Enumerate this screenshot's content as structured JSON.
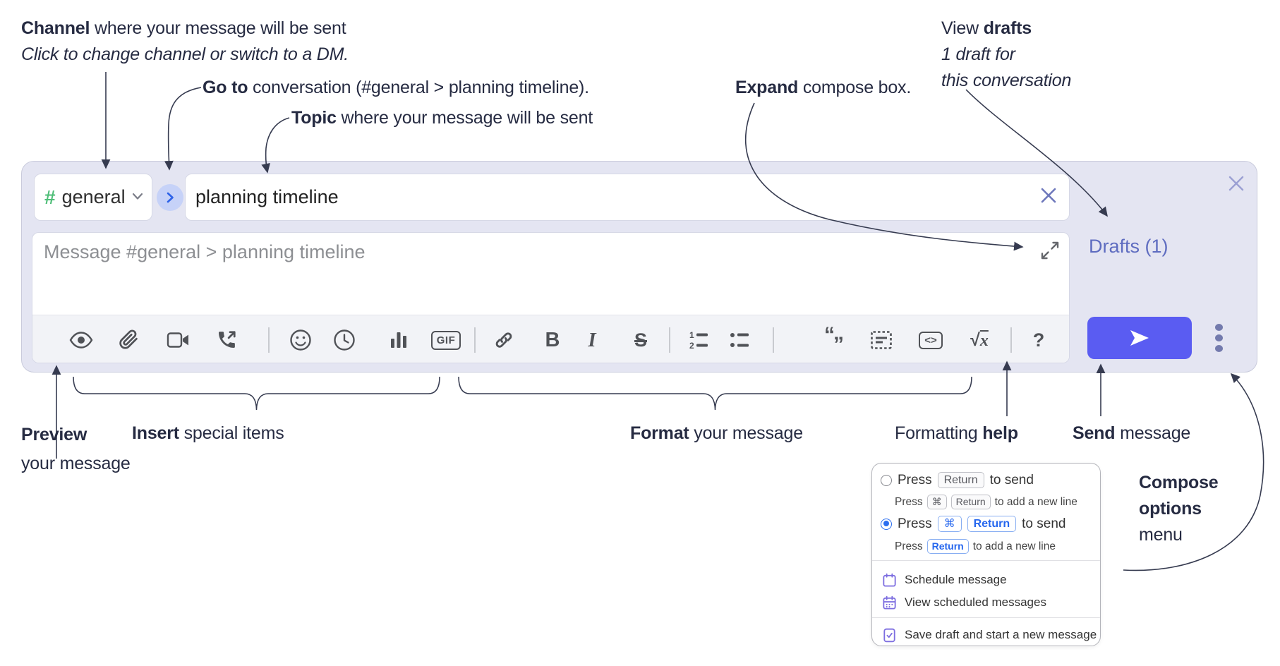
{
  "annotations": {
    "channel": {
      "b": "Channel",
      "r": " where your message will be sent",
      "l2": "Click to change channel or switch to a DM."
    },
    "goto": {
      "b": "Go to",
      "r": " conversation (#general > planning timeline)."
    },
    "topic": {
      "b": "Topic",
      "r": " where your message will be sent"
    },
    "expand": {
      "b": "Expand",
      "r": " compose box."
    },
    "drafts": {
      "p": "View ",
      "b": "drafts",
      "l2": "1 draft for",
      "l3": "this conversation"
    },
    "preview": {
      "b": "Preview",
      "l2": "your message"
    },
    "insert": {
      "b": "Insert",
      "r": " special items"
    },
    "format": {
      "b": "Format",
      "r": " your message"
    },
    "help": {
      "p": "Formatting ",
      "b": "help"
    },
    "send": {
      "b": "Send",
      "r": " message"
    },
    "compose": {
      "l1": "Compose",
      "l2": "options",
      "l3": "menu"
    }
  },
  "compose": {
    "hash": "#",
    "channel_name": "general",
    "topic_value": "planning timeline",
    "message_placeholder": "Message #general > planning timeline",
    "drafts_label": "Drafts (1)"
  },
  "toolbar": {
    "gif": "GIF",
    "bold": "B",
    "italic": "I",
    "strike": "S",
    "quote_open": "“",
    "quote_close": "”",
    "code": "<>",
    "sqrt": "√",
    "math_x": "x",
    "help": "?"
  },
  "popup": {
    "option1": {
      "press": "Press",
      "key": "Return",
      "after": "to send",
      "sub_press": "Press",
      "sub_k1": "⌘",
      "sub_k2": "Return",
      "sub_after": "to add a new line",
      "selected": false
    },
    "option2": {
      "press": "Press",
      "k1": "⌘",
      "k2": "Return",
      "after": "to send",
      "sub_press": "Press",
      "sub_key": "Return",
      "sub_after": "to add a new line",
      "selected": true
    },
    "items": [
      {
        "label": "Schedule message"
      },
      {
        "label": "View scheduled messages"
      },
      {
        "label": "Save draft and start a new message"
      }
    ]
  },
  "colors": {
    "compose_bg": "#e4e5f2",
    "accent_send": "#5a5cf2",
    "drafts_link": "#5e6cc0",
    "hash_green": "#4fbe78",
    "kbd_blue": "#2667ee",
    "popup_icon_purple": "#7d6ee0",
    "annotation_ink": "#262b42",
    "toolbar_icon": "#505257"
  }
}
